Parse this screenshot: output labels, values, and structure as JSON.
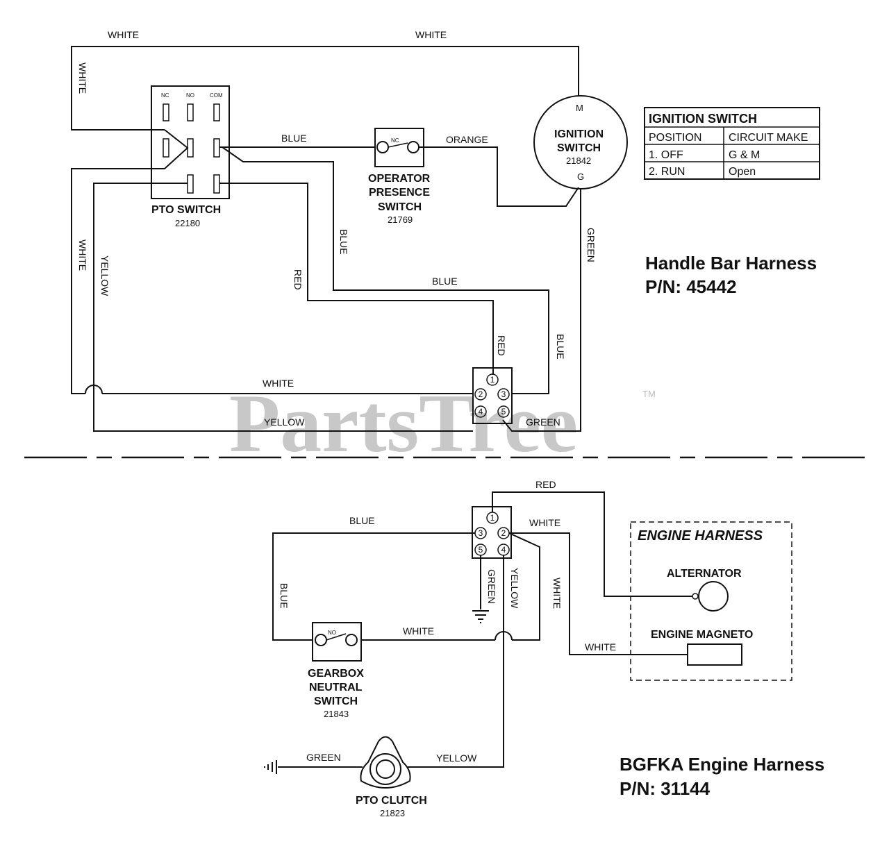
{
  "watermark": {
    "text": "PartsTree",
    "tm": "TM"
  },
  "handlebar": {
    "title": "Handle Bar Harness",
    "pn": "P/N: 45442",
    "pto_switch": {
      "name": "PTO SWITCH",
      "part": "22180",
      "nc": "NC",
      "no": "NO",
      "com": "COM"
    },
    "ops": {
      "line1": "OPERATOR",
      "line2": "PRESENCE",
      "line3": "SWITCH",
      "part": "21769",
      "nc": "NC"
    },
    "ignition": {
      "line1": "IGNITION",
      "line2": "SWITCH",
      "part": "21842",
      "m": "M",
      "g": "G"
    },
    "connector_pins": [
      "1",
      "2",
      "3",
      "4",
      "5"
    ],
    "wires": {
      "white_top_left": "WHITE",
      "white_top_right": "WHITE",
      "white_left_vert": "WHITE",
      "white_left_vert2": "WHITE",
      "yellow_vert": "YELLOW",
      "blue_ops": "BLUE",
      "orange": "ORANGE",
      "blue_vert": "BLUE",
      "red_vert": "RED",
      "blue_horiz": "BLUE",
      "green_vert": "GREEN",
      "red_conn": "RED",
      "blue_right": "BLUE",
      "white_bottom": "WHITE",
      "yellow_bottom": "YELLOW",
      "green_bottom": "GREEN"
    }
  },
  "ignition_table": {
    "title": "IGNITION SWITCH",
    "headers": [
      "POSITION",
      "CIRCUIT MAKE"
    ],
    "rows": [
      [
        "1. OFF",
        "G & M"
      ],
      [
        "2. RUN",
        "Open"
      ]
    ]
  },
  "engine": {
    "title": "BGFKA Engine Harness",
    "pn": "P/N: 31144",
    "harness_box": "ENGINE HARNESS",
    "alternator": "ALTERNATOR",
    "magneto": "ENGINE MAGNETO",
    "gearbox": {
      "line1": "GEARBOX",
      "line2": "NEUTRAL",
      "line3": "SWITCH",
      "part": "21843",
      "no": "NO"
    },
    "pto_clutch": {
      "name": "PTO CLUTCH",
      "part": "21823"
    },
    "connector_pins": [
      "1",
      "2",
      "3",
      "4",
      "5"
    ],
    "wires": {
      "red": "RED",
      "blue_top": "BLUE",
      "white_top": "WHITE",
      "blue_vert": "BLUE",
      "green_vert": "GREEN",
      "yellow_vert": "YELLOW",
      "white_vert": "WHITE",
      "white_mid": "WHITE",
      "white_mag": "WHITE",
      "green_clutch": "GREEN",
      "yellow_clutch": "YELLOW"
    }
  }
}
